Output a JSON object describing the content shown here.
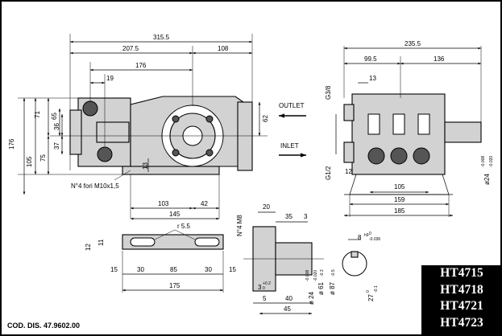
{
  "labels": {
    "outlet": "OUTLET",
    "inlet": "INLET",
    "holes": "N°4 fori M10x1,5",
    "nut": "N°4 M8",
    "code": "COD. DIS. 47.9602.00"
  },
  "side_view": {
    "overall_length": "315.5",
    "head_length": "207.5",
    "rear_length": "108",
    "valve_offset": "176",
    "port_offset": "19",
    "height_176": "176",
    "height_105": "105",
    "height_71": "71",
    "height_65": "65",
    "height_36": "36",
    "height_37": "37",
    "height_75": "75",
    "height_62": "62",
    "flange_13": "13",
    "base_103": "103",
    "base_42": "42",
    "base_145": "145"
  },
  "front_view": {
    "overall_width": "235.5",
    "w_99_5": "99.5",
    "w_136": "136",
    "w_13": "13",
    "thread_outlet": "G3/8",
    "thread_inlet": "G1/2",
    "h_12": "12",
    "base_105": "105",
    "base_159": "159",
    "base_185": "185",
    "shaft_dia": "ø24",
    "shaft_tol_upper": "-0.008",
    "shaft_tol_lower": "-0.020"
  },
  "shaft_view": {
    "d_20": "20",
    "d_35": "35",
    "d_3": "3",
    "d_5": "5",
    "d_40": "40",
    "d_45": "45",
    "radius_dim": "ø 24",
    "radius_tol_upper": "-0.008",
    "radius_tol_lower": "-0.020",
    "d_61": "ø 61",
    "d_61_tol": "-0.3",
    "d_87": "ø 87",
    "d_87_tol": "-0.5",
    "chamfer": "3",
    "chamfer_tol": "+0.2",
    "chamfer_tol_low": "0"
  },
  "keyway": {
    "width": "8",
    "width_tol": "h9",
    "width_tol_upper": "0",
    "width_tol_lower": "-0.036",
    "depth": "27",
    "depth_tol_upper": "0",
    "depth_tol_lower": "-0.1"
  },
  "base_plate": {
    "slot_radius": "r 5.5",
    "h_12": "12",
    "h_11": "11",
    "w_15_left": "15",
    "w_30_left": "30",
    "w_85": "85",
    "w_30_right": "30",
    "w_15_right": "15",
    "w_175": "175"
  },
  "models": [
    "HT4715",
    "HT4718",
    "HT4721",
    "HT4723"
  ]
}
